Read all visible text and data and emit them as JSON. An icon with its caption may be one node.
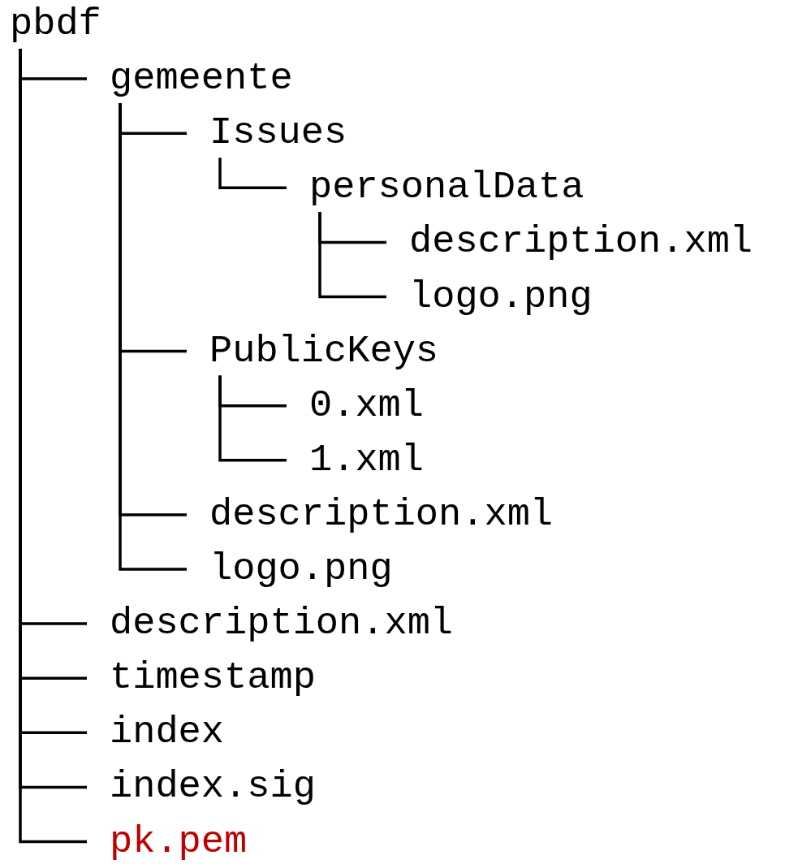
{
  "diagram": {
    "nodes": [
      {
        "text": [
          "pbdf"
        ]
      },
      {
        "text": [
          "gemeente"
        ]
      },
      {
        "text": [
          "Issues"
        ]
      },
      {
        "text": [
          "personalData"
        ]
      },
      {
        "text": [
          "description.xml"
        ]
      },
      {
        "text": [
          "logo.png"
        ]
      },
      {
        "text": [
          "PublicKeys"
        ]
      },
      {
        "text": [
          "0.xml"
        ]
      },
      {
        "text": [
          "1.xml"
        ]
      },
      {
        "text": [
          "description.xml"
        ]
      },
      {
        "text": [
          "logo.png"
        ]
      },
      {
        "text": [
          "description.xml"
        ]
      },
      {
        "text": [
          "timestamp"
        ]
      },
      {
        "text": [
          "index"
        ]
      },
      {
        "text": [
          "index.sig"
        ]
      },
      {
        "text": [
          "pk.pem"
        ]
      }
    ],
    "edges": [
      {
        "from": 0,
        "to": 1,
        "arrow": "none"
      },
      {
        "from": 1,
        "to": 2,
        "arrow": "none"
      },
      {
        "from": 2,
        "to": 3,
        "arrow": "none"
      },
      {
        "from": 3,
        "to": 4,
        "arrow": "none"
      },
      {
        "from": 3,
        "to": 5,
        "arrow": "none"
      },
      {
        "from": 1,
        "to": 6,
        "arrow": "none"
      },
      {
        "from": 6,
        "to": 7,
        "arrow": "none"
      },
      {
        "from": 6,
        "to": 8,
        "arrow": "none"
      },
      {
        "from": 1,
        "to": 9,
        "arrow": "none"
      },
      {
        "from": 1,
        "to": 10,
        "arrow": "none"
      },
      {
        "from": 0,
        "to": 11,
        "arrow": "none"
      },
      {
        "from": 0,
        "to": 12,
        "arrow": "none"
      },
      {
        "from": 0,
        "to": 13,
        "arrow": "none"
      },
      {
        "from": 0,
        "to": 14,
        "arrow": "none"
      },
      {
        "from": 0,
        "to": 15,
        "arrow": "none"
      }
    ]
  }
}
